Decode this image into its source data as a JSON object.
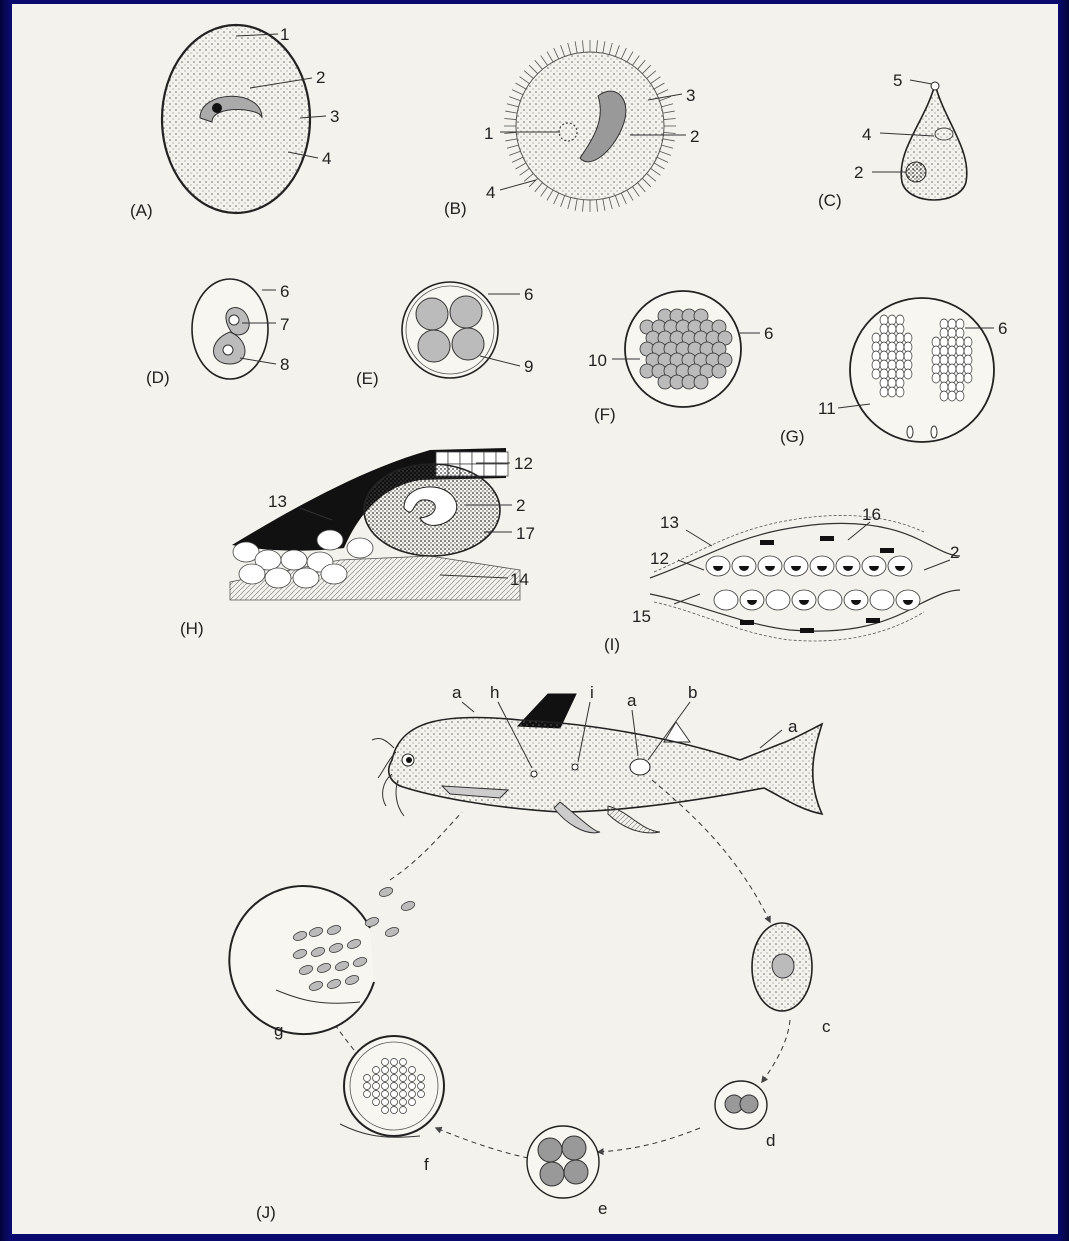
{
  "figure": {
    "panels": [
      {
        "id": "A",
        "label": "(A)",
        "parts": [
          "1",
          "2",
          "3",
          "4"
        ]
      },
      {
        "id": "B",
        "label": "(B)",
        "parts": [
          "1",
          "2",
          "3",
          "4"
        ]
      },
      {
        "id": "C",
        "label": "(C)",
        "parts": [
          "5",
          "4",
          "2"
        ]
      },
      {
        "id": "D",
        "label": "(D)",
        "parts": [
          "6",
          "7",
          "8"
        ]
      },
      {
        "id": "E",
        "label": "(E)",
        "parts": [
          "6",
          "9"
        ]
      },
      {
        "id": "F",
        "label": "(F)",
        "parts": [
          "6",
          "10"
        ]
      },
      {
        "id": "G",
        "label": "(G)",
        "parts": [
          "6",
          "11"
        ]
      },
      {
        "id": "H",
        "label": "(H)",
        "parts": [
          "12",
          "13",
          "2",
          "17",
          "14"
        ]
      },
      {
        "id": "I",
        "label": "(I)",
        "parts": [
          "13",
          "16",
          "12",
          "2",
          "15"
        ]
      },
      {
        "id": "J",
        "label": "(J)",
        "parts": [
          "a",
          "h",
          "i",
          "a",
          "b",
          "a",
          "c",
          "d",
          "e",
          "f",
          "g"
        ]
      }
    ]
  }
}
